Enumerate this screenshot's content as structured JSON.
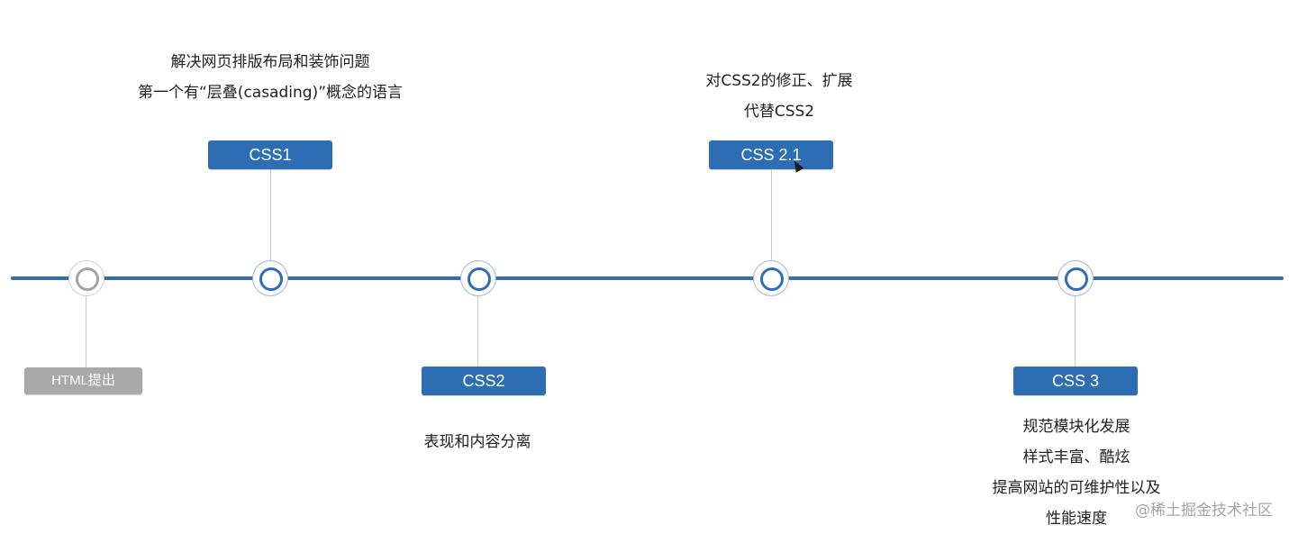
{
  "timeline": {
    "axis_color": "#2f6db5",
    "events": [
      {
        "id": "html",
        "label": "HTML提出",
        "color": "#a9a9a9",
        "position": "below",
        "notes": []
      },
      {
        "id": "css1",
        "label": "CSS1",
        "color": "#2c6db4",
        "position": "above",
        "notes": [
          "解决网页排版布局和装饰问题",
          "第一个有“层叠(casading)”概念的语言"
        ]
      },
      {
        "id": "css2",
        "label": "CSS2",
        "color": "#2c6db4",
        "position": "below",
        "notes": [
          "表现和内容分离"
        ]
      },
      {
        "id": "css21",
        "label": "CSS 2.1",
        "color": "#2c6db4",
        "position": "above",
        "notes": [
          "对CSS2的修正、扩展",
          "代替CSS2"
        ]
      },
      {
        "id": "css3",
        "label": "CSS 3",
        "color": "#2c6db4",
        "position": "below",
        "notes": [
          "规范模块化发展",
          "样式丰富、酷炫",
          "提高网站的可维护性以及",
          "性能速度"
        ]
      }
    ]
  },
  "watermark": "@稀土掘金技术社区"
}
